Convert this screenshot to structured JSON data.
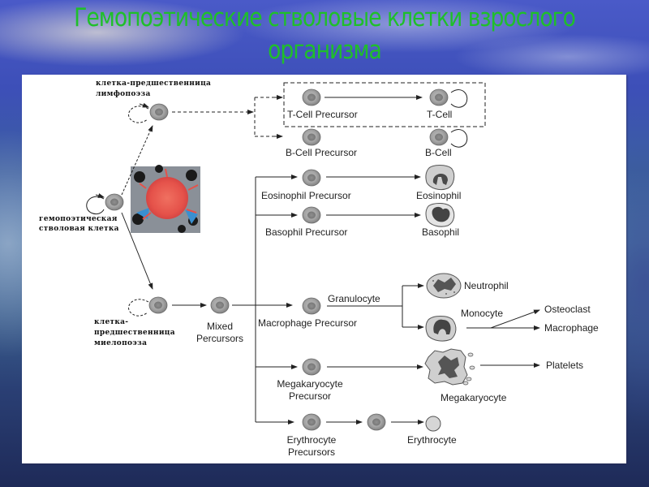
{
  "slide": {
    "title_line1": "Гемопоэтические стволовые клетки взрослого",
    "title_line2": "организма",
    "title_color": "#1fbf2a"
  },
  "diagram": {
    "stem_cell": {
      "label_line1": "гемопоэтическая",
      "label_line2": "стволовая клетка"
    },
    "lymphoid_progenitor": {
      "label_line1": "клетка-предшественница",
      "label_line2": "лимфопоэза"
    },
    "myeloid_progenitor": {
      "label_line1": "клетка-",
      "label_line2": "предшественница",
      "label_line3": "миелопоэза"
    },
    "photo": {
      "description": "stem-cell-micrograph"
    },
    "lymphoid": {
      "t_precursor": "T-Cell Precursor",
      "t_cell": "T-Cell",
      "b_precursor": "B-Cell Precursor",
      "b_cell": "B-Cell"
    },
    "myeloid": {
      "mixed_line1": "Mixed",
      "mixed_line2": "Percursors",
      "eosinophil_precursor": "Eosinophil Precursor",
      "eosinophil": "Eosinophil",
      "basophil_precursor": "Basophil Precursor",
      "basophil": "Basophil",
      "macrophage_precursor": "Macrophage Precursor",
      "granulocyte": "Granulocyte",
      "neutrophil": "Neutrophil",
      "monocyte": "Monocyte",
      "osteoclast": "Osteoclast",
      "macrophage": "Macrophage",
      "megakaryocyte_precursor_line1": "Megakaryocyte",
      "megakaryocyte_precursor_line2": "Precursor",
      "megakaryocyte": "Megakaryocyte",
      "platelets": "Platelets",
      "erythrocyte_precursors_line1": "Erythrocyte",
      "erythrocyte_precursors_line2": "Precursors",
      "erythrocyte": "Erythrocyte"
    }
  }
}
